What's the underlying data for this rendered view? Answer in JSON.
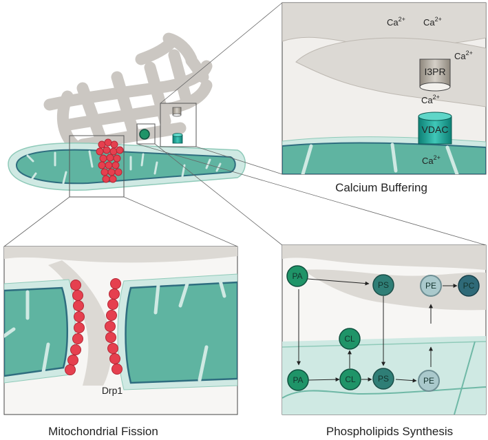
{
  "panels": {
    "calcium": {
      "caption": "Calcium Buffering",
      "ions": [
        "Ca",
        "Ca",
        "Ca",
        "Ca",
        "Ca"
      ],
      "ion_superscript": "2+",
      "channel_top": "I3PR",
      "channel_bottom": "VDAC"
    },
    "fission": {
      "caption": "Mitochondrial Fission",
      "protein": "Drp1"
    },
    "phospholipids": {
      "caption": "Phospholipids Synthesis",
      "nodes": {
        "pa_top": "PA",
        "ps_top": "PS",
        "pe_top": "PE",
        "pc_top": "PC",
        "cl_mid": "CL",
        "pa_bot": "PA",
        "cl_bot": "CL",
        "ps_bot": "PS",
        "pe_bot": "PE"
      }
    }
  },
  "colors": {
    "mito_fill": "#5fb4a1",
    "mito_halo": "#cfe9e3",
    "er_gray": "#cbc7c2",
    "drp1_red": "#e5404f",
    "pa_cl_green": "#1f9468",
    "ps_teal": "#2f7e76",
    "pe_light": "#aac9cc",
    "pc_dark": "#2f6a78",
    "vdac_teal": "#1aa89a",
    "ip3r_gray": "#b9b3a9"
  }
}
